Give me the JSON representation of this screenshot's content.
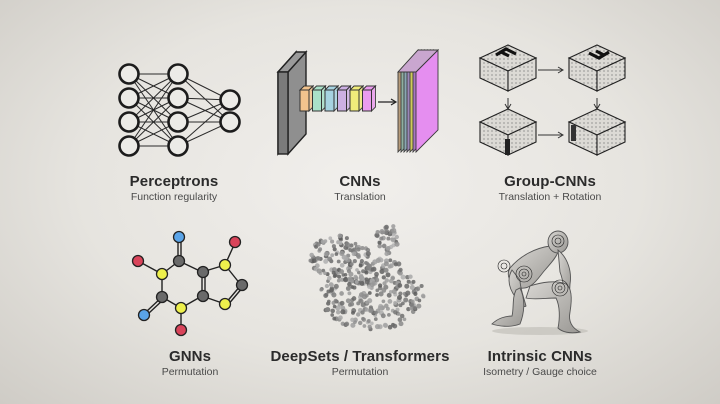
{
  "panels": [
    {
      "id": "perceptrons",
      "title": "Perceptrons",
      "subtitle": "Function regularity",
      "icon": "neural-network-diagram"
    },
    {
      "id": "cnns",
      "title": "CNNs",
      "subtitle": "Translation",
      "icon": "convolution-diagram"
    },
    {
      "id": "group-cnns",
      "title": "Group-CNNs",
      "subtitle": "Translation + Rotation",
      "icon": "rotated-cube-diagram"
    },
    {
      "id": "gnns",
      "title": "GNNs",
      "subtitle": "Permutation",
      "icon": "molecule-graph"
    },
    {
      "id": "deepsets",
      "title": "DeepSets / Transformers",
      "subtitle": "Permutation",
      "icon": "point-cloud-bunny"
    },
    {
      "id": "intrinsic-cnns",
      "title": "Intrinsic CNNs",
      "subtitle": "Isometry / Gauge choice",
      "icon": "kneeling-figure-mesh"
    }
  ],
  "colors": {
    "background": "#e8e6e2",
    "stroke": "#1e1e1e",
    "cnn_input": "#8a8a8a",
    "cnn_filters": [
      "#f2c38d",
      "#a9e0c8",
      "#a7d3e0",
      "#cdb0e3",
      "#f0ec7a",
      "#ea9cee"
    ],
    "cnn_output": "#e58ef0",
    "gnn_blue": "#5aa4e8",
    "gnn_red": "#d9445a",
    "gnn_yellow": "#eef04c",
    "gnn_gray": "#6a6a6a"
  }
}
